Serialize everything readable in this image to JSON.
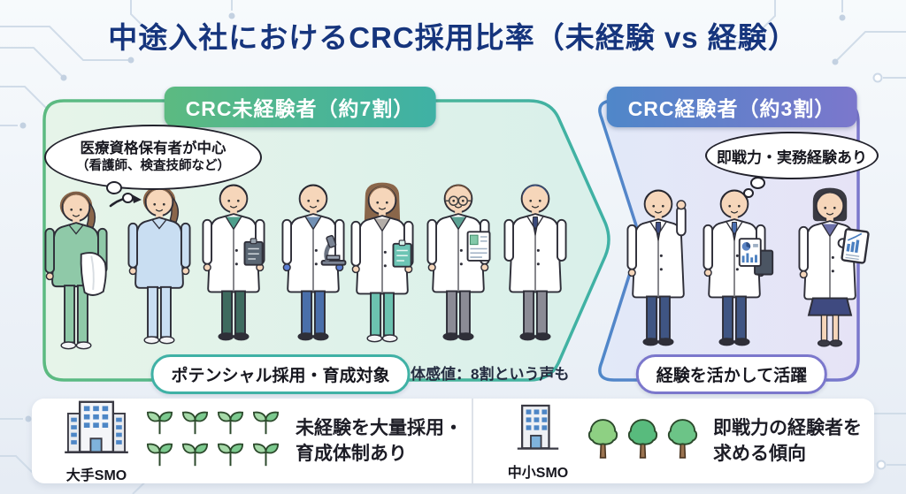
{
  "title": "中途入社におけるCRC採用比率（未経験 vs 経験）",
  "left_panel": {
    "header": "CRC未経験者（約7割）",
    "thought_bubble": {
      "line1": "医療資格保有者が中心",
      "line2": "（看護師、検査技師など）"
    },
    "badge": "ポテンシャル採用・育成対象",
    "note": "体感値：8割という声も",
    "people": [
      {
        "name": "nurse-in-scrubs-holding-white-coat",
        "hairStyle": "ponytail",
        "hairColor": "#8a664a",
        "garment": "scrubs",
        "topColor": "#8fc9a8",
        "pantsColor": "#8fc9a8",
        "shoeColor": "#f4f4f6",
        "accessory": "draped-coat"
      },
      {
        "name": "nurse-in-uniform",
        "hairStyle": "ponytail",
        "hairColor": "#8a664a",
        "garment": "dress",
        "topColor": "#c9def2",
        "pantsColor": "#c9def2",
        "shoeColor": "#f4f4f6"
      },
      {
        "name": "male-crc-with-clipboard",
        "hairStyle": "short",
        "hairColor": "#26262e",
        "garment": "coat",
        "topColor": "#4e9f8c",
        "pantsColor": "#3e6b5f",
        "shoeColor": "#2f2f38",
        "accessory": "dark-clipboard"
      },
      {
        "name": "male-lab-technician-with-microscope",
        "hairStyle": "short",
        "hairColor": "#26262e",
        "garment": "coat",
        "topColor": "#7291b5",
        "pantsColor": "#4a6faa",
        "shoeColor": "#2f2f38",
        "accessory": "microscope",
        "handColor": "#5b7fd4"
      },
      {
        "name": "female-crc-with-teal-clipboard",
        "hairStyle": "long",
        "hairColor": "#8a664a",
        "garment": "coat",
        "topColor": "#b3ada8",
        "pantsColor": "#6cc2b0",
        "shoeColor": "#f4f4f6",
        "accessory": "teal-clipboard"
      },
      {
        "name": "male-crc-with-glasses-and-chart",
        "hairStyle": "short",
        "hairColor": "#6b4e3a",
        "garment": "coat",
        "topColor": "#5ba193",
        "pantsColor": "#8b8b95",
        "shoeColor": "#2f2f38",
        "glasses": true,
        "accessory": "document-green"
      },
      {
        "name": "male-crc-with-tie",
        "hairStyle": "short",
        "hairColor": "#3a4f7a",
        "garment": "coat",
        "tieColor": "#3a4a7c",
        "pantsColor": "#8b8b95",
        "shoeColor": "#2f2f38",
        "pose": "hands-back"
      }
    ]
  },
  "right_panel": {
    "header": "CRC経験者（約3割）",
    "thought_bubble": {
      "line1": "即戦力・実務経験あり"
    },
    "badge": "経験を活かして活躍",
    "people": [
      {
        "name": "experienced-male-crc-fist-raised",
        "hairStyle": "short",
        "hairColor": "#26262e",
        "garment": "coat",
        "tieColor": "#3f4f86",
        "pantsColor": "#3f5583",
        "shoeColor": "#2f2f38",
        "pose": "fist-up"
      },
      {
        "name": "experienced-male-crc-with-charts",
        "hairStyle": "short",
        "hairColor": "#26262e",
        "garment": "coat",
        "tieColor": "#4a6fb0",
        "pantsColor": "#3f5583",
        "shoeColor": "#2f2f38",
        "accessory": "chart-docs"
      },
      {
        "name": "experienced-female-crc-with-tablet",
        "hairStyle": "bob",
        "hairColor": "#3a3a42",
        "garment": "coat",
        "topColor": "#6b6fa8",
        "skirtColor": "#3f4a80",
        "shoeColor": "#3a3a44",
        "pose": "point",
        "accessory": "tablet-chart"
      }
    ]
  },
  "bottom": {
    "left": {
      "icon": "large-building-icon",
      "label": "大手SMO",
      "plants": {
        "type": "sprout",
        "count": 8
      },
      "text_line1": "未経験を大量採用・",
      "text_line2": "育成体制あり"
    },
    "right": {
      "icon": "small-building-icon",
      "label": "中小SMO",
      "plants": {
        "type": "tree",
        "count": 3
      },
      "text_line1": "即戦力の経験者を",
      "text_line2": "求める傾向"
    }
  },
  "colors": {
    "title_navy": "#16357d",
    "unexperienced_green": "#5cba81",
    "unexperienced_teal": "#3fb1a5",
    "experienced_blue": "#4f87c9",
    "experienced_purple": "#7b77cc",
    "panel_left_fill_start": "#e6f4e9",
    "panel_left_fill_end": "#d9f0ea",
    "panel_right_fill_start": "#e2e9f8",
    "panel_right_fill_end": "#e6e3f6",
    "text_dark": "#1d1d26",
    "circuit_line": "#cdd9e7",
    "sprout_green_light": "#a5d9a8",
    "sprout_green": "#7bc98e",
    "tree_green_1": "#8ed083",
    "tree_green_2": "#58bb7d",
    "tree_green_3": "#6cc487",
    "building_window_blue": "#4d86c6"
  }
}
